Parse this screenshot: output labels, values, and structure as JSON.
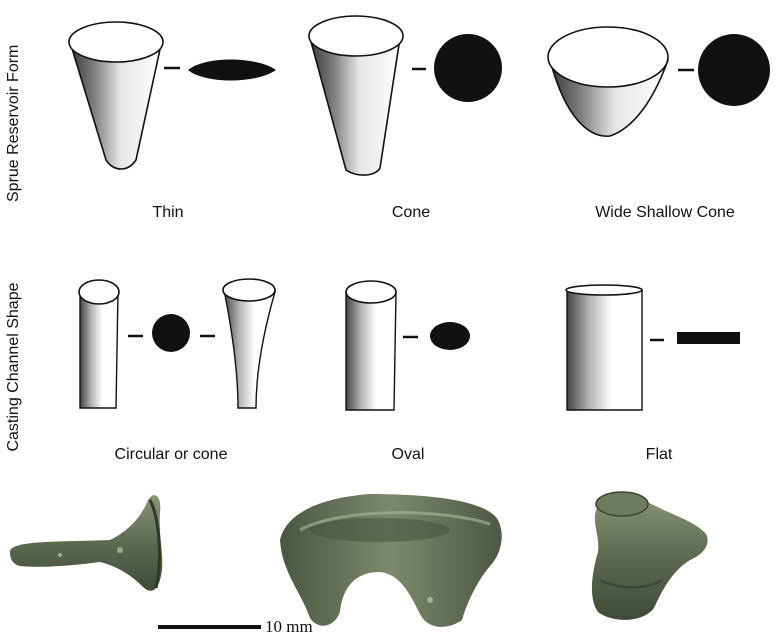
{
  "rows": {
    "sprue": {
      "title": "Sprue Reservoir Form"
    },
    "channel": {
      "title": "Casting Channel Shape"
    }
  },
  "captions": {
    "thin": "Thin",
    "cone": "Cone",
    "wide_shallow_cone": "Wide Shallow Cone",
    "circular_or_cone": "Circular or cone",
    "oval": "Oval",
    "flat": "Flat"
  },
  "scale_bar": {
    "label": "10 mm",
    "length_mm": 10
  },
  "colors": {
    "ink": "#111111",
    "bronze": "#5e6a52",
    "corrosion": "#7f8f6e"
  }
}
